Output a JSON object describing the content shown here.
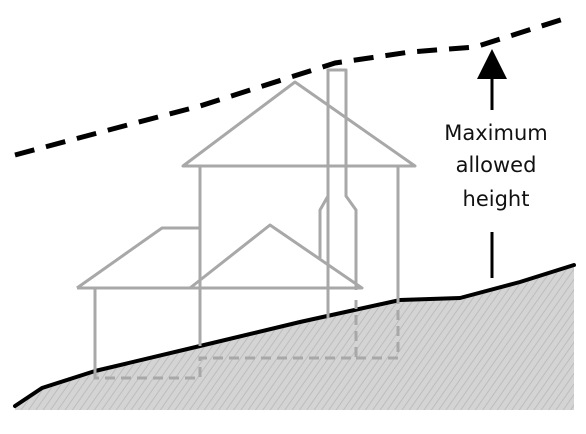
{
  "annotation": {
    "lines": [
      "Maximum",
      "allowed",
      "height"
    ]
  },
  "colors": {
    "background": "#ffffff",
    "ground_fill": "#cfcfcf",
    "ground_line": "#000000",
    "house_outline": "#a8a8a8",
    "height_limit_line": "#000000",
    "text": "#111111"
  }
}
